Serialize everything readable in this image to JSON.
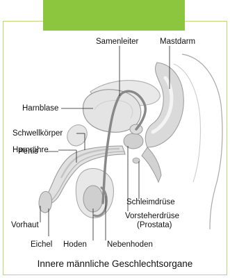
{
  "labels": {
    "samenleiter": "Samenleiter",
    "mastdarm": "Mastdarm",
    "harnblase": "Harnblase",
    "schwellkoerper": "Schwellkörper",
    "harnroehre": "Harnröhre",
    "penis": "Penis",
    "schleimdruese": "Schleimdrüse",
    "vorsteherdruese": "Vorsteherdrüse",
    "prostata": "(Prostata)",
    "vorhaut": "Vorhaut",
    "eichel": "Eichel",
    "hoden": "Hoden",
    "nebenhoden": "Nebenhoden"
  },
  "caption": "Innere männliche Geschlechtsorgane",
  "colors": {
    "accent_green": "#8cc63f",
    "border_green": "#b9d77b",
    "organ_fill": "#e2e2e2",
    "organ_dark": "#c9c9c9",
    "outline": "#9a9a9a",
    "vas_deferens": "#888888"
  }
}
